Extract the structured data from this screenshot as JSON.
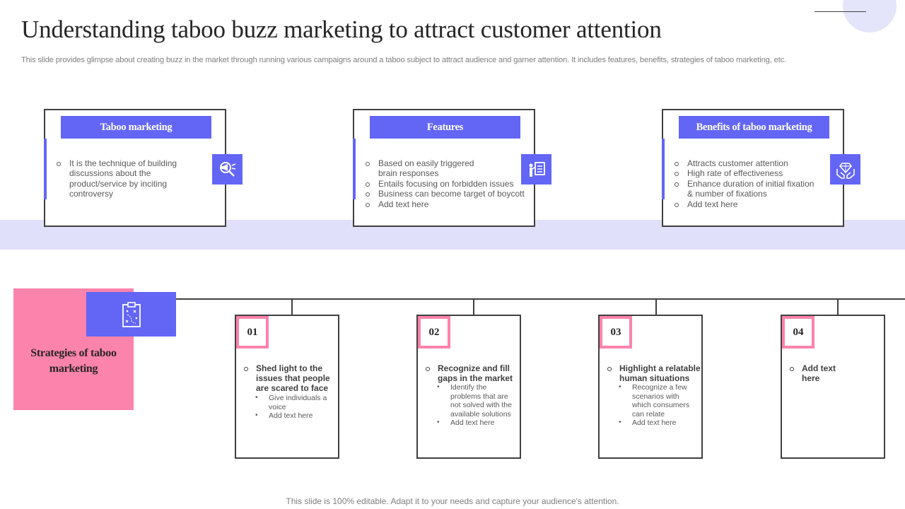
{
  "header": {
    "title": "Understanding taboo buzz marketing to attract customer attention",
    "subtitle": "This slide provides glimpse about creating buzz in the market through running various campaigns around a taboo subject to attract audience and garner attention. It includes features, benefits, strategies of taboo marketing, etc."
  },
  "cards": [
    {
      "heading": "Taboo marketing",
      "icon": "megaphone-icon",
      "items": [
        "It is the technique of building discussions about the product/service by inciting controversy"
      ]
    },
    {
      "heading": "Features",
      "icon": "presentation-board-icon",
      "items": [
        "Based on easily triggered brain responses",
        "Entails focusing on forbidden issues",
        "Business can become target of boycott",
        "Add text here"
      ]
    },
    {
      "heading": "Benefits of taboo marketing",
      "icon": "diamond-hands-icon",
      "items": [
        "Attracts customer attention",
        "High rate of effectiveness",
        "Enhance duration of initial fixation & number of fixations",
        "Add text here"
      ]
    }
  ],
  "strategies": {
    "title": "Strategies of taboo marketing",
    "icon": "clipboard-strategy-icon",
    "steps": [
      {
        "number": "01",
        "heading": "Shed light to the issues that people are scared to face",
        "items": [
          "Give individuals a voice",
          "Add text here"
        ]
      },
      {
        "number": "02",
        "heading": "Recognize and fill gaps in the market",
        "items": [
          "Identify the problems that are not solved with the available solutions",
          "Add text here"
        ]
      },
      {
        "number": "03",
        "heading": "Highlight a relatable human situations",
        "items": [
          "Recognize a few scenarios with which consumers can relate",
          "Add text here"
        ]
      },
      {
        "number": "04",
        "heading": "Add text here",
        "items": []
      }
    ]
  },
  "footer": {
    "text": "This slide is 100% editable. Adapt it to your needs and capture your audience's attention."
  },
  "colors": {
    "accent_blue": "#6366f5",
    "accent_pink": "#fc83ab",
    "band": "#e0e0fb"
  }
}
